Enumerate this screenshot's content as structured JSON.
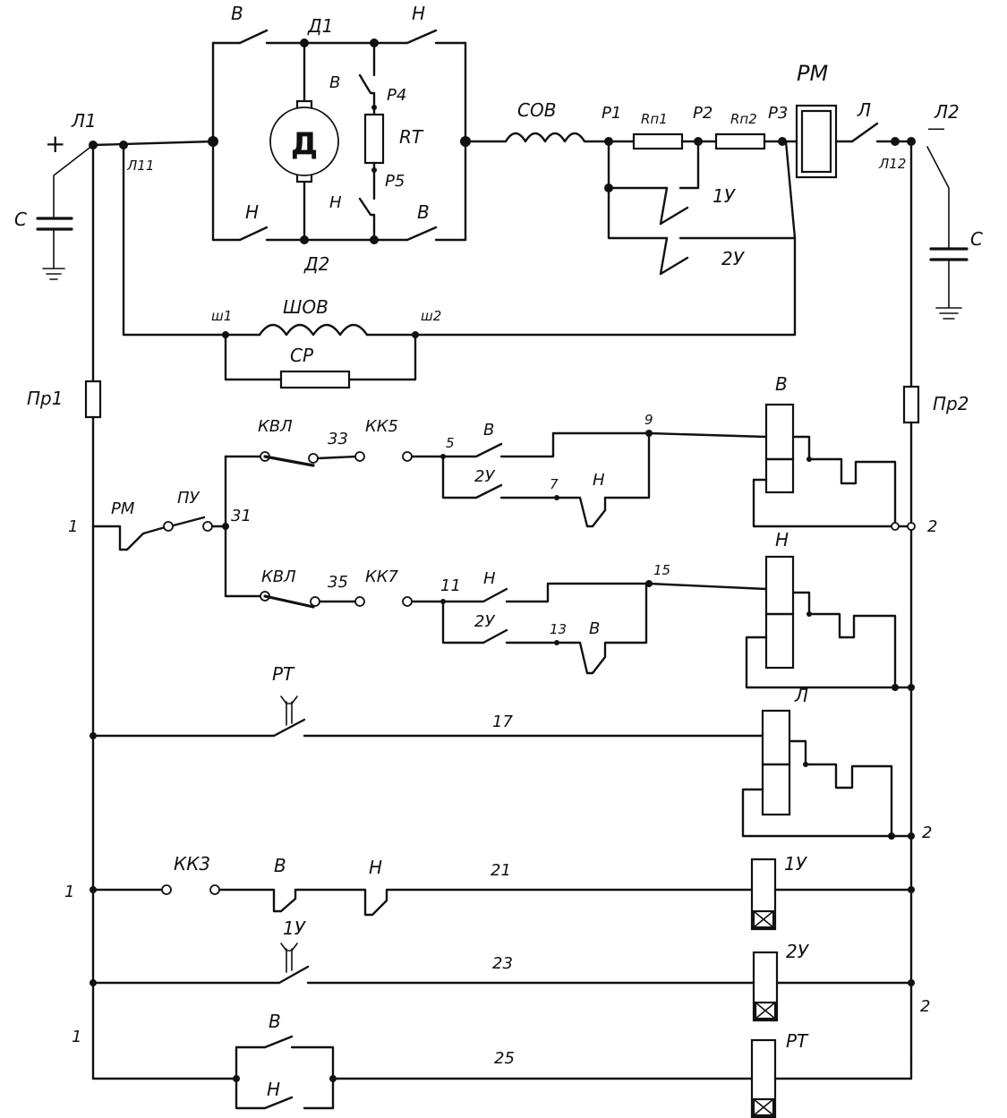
{
  "labels": {
    "L1": "Л1",
    "L11": "Л11",
    "L2": "Л2",
    "L12": "Л12",
    "plus": "+",
    "minus": "—",
    "C_left": "С",
    "C_right": "С",
    "D1": "Д1",
    "D2": "Д2",
    "motor": "Д",
    "B_tl": "В",
    "H_tr": "Н",
    "H_bl": "Н",
    "B_br": "В",
    "B_mid": "В",
    "H_mid": "Н",
    "P4": "P4",
    "P5": "P5",
    "RT_res": "RТ",
    "COB": "СОВ",
    "P1": "P1",
    "P2": "P2",
    "P3": "P3",
    "Rp1": "Rп1",
    "Rp2": "Rп2",
    "RM_top": "РМ",
    "L_top": "Л",
    "U1_top": "1У",
    "U2_top": "2У",
    "SHOV": "ШОВ",
    "sh1": "ш1",
    "sh2": "ш2",
    "CP": "СР",
    "Pr1": "Пр1",
    "Pr2": "Пр2",
    "KVL1": "КВЛ",
    "n33": "33",
    "KK5": "КК5",
    "n5": "5",
    "B_r1": "В",
    "U2_r1": "2У",
    "n9": "9",
    "n7": "7",
    "H_r1": "Н",
    "coil_B": "В",
    "n1_a": "1",
    "RM_ctrl": "РМ",
    "PU": "ПУ",
    "n31": "31",
    "n2_a": "2",
    "KVL2": "КВЛ",
    "n35": "35",
    "KK7": "КК7",
    "n11": "11",
    "H_r2": "Н",
    "n15": "15",
    "coil_H": "Н",
    "U2_r2": "2У",
    "n13": "13",
    "B_r2": "В",
    "RT_contact": "РТ",
    "n17": "17",
    "coil_L": "Л",
    "n2_b": "2",
    "n1_b": "1",
    "KK3": "КК3",
    "B_r3": "В",
    "H_r3": "Н",
    "n21": "21",
    "coil_1U": "1У",
    "U1_contact": "1У",
    "n23": "23",
    "coil_2U": "2У",
    "n2_c": "2",
    "n1_c": "1",
    "B_r4": "В",
    "H_r4": "Н",
    "n25": "25",
    "coil_RT": "РТ"
  }
}
